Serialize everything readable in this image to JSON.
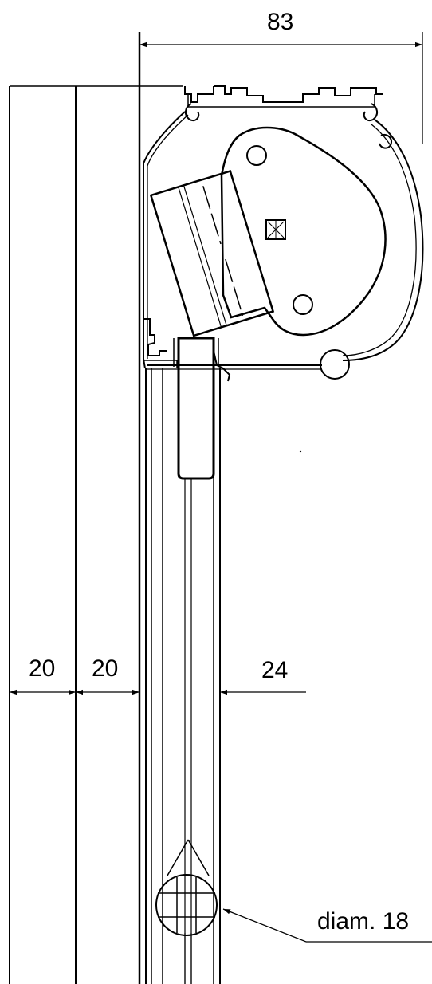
{
  "dimensions": {
    "top_width": "83",
    "left_1": "20",
    "left_2": "20",
    "rail_gap": "24",
    "weight_bar": "diam. 18"
  }
}
